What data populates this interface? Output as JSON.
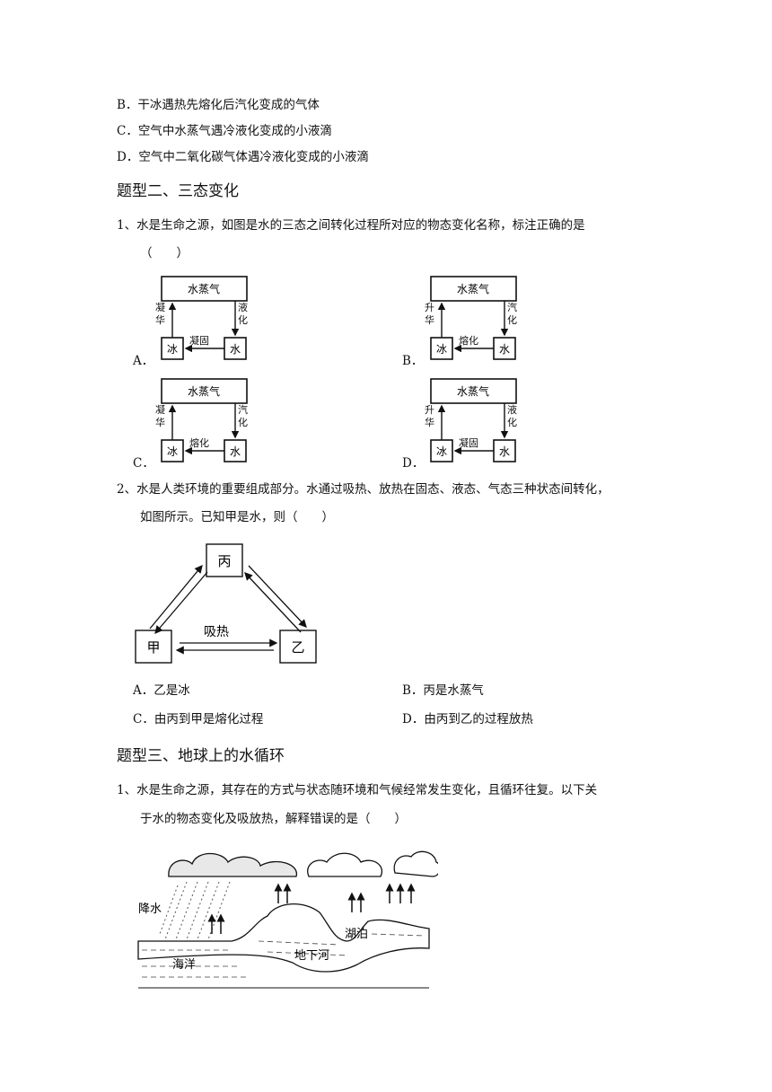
{
  "prev_options": {
    "b": "B．干冰遇热先熔化后汽化变成的气体",
    "c": "C．空气中水蒸气遇冷液化变成的小液滴",
    "d": "D．空气中二氧化碳气体遇冷液化变成的小液滴"
  },
  "section2": {
    "title": "题型二、三态变化",
    "q1": {
      "stem_line1": "1、水是生命之源，如图是水的三态之间转化过程所对应的物态变化名称，标注正确的是",
      "stem_line2": "（　　）",
      "options": [
        {
          "letter": "A．",
          "top_box": "水蒸气",
          "left_label": "凝华",
          "right_label": "液化",
          "bottom_label": "凝固",
          "ice": "冰",
          "water": "水"
        },
        {
          "letter": "B．",
          "top_box": "水蒸气",
          "left_label": "升华",
          "right_label": "汽化",
          "bottom_label": "熔化",
          "ice": "冰",
          "water": "水"
        },
        {
          "letter": "C．",
          "top_box": "水蒸气",
          "left_label": "凝华",
          "right_label": "汽化",
          "bottom_label": "熔化",
          "ice": "冰",
          "water": "水"
        },
        {
          "letter": "D．",
          "top_box": "水蒸气",
          "left_label": "升华",
          "right_label": "液化",
          "bottom_label": "凝固",
          "ice": "冰",
          "water": "水"
        }
      ]
    },
    "q2": {
      "stem_line1": "2、水是人类环境的重要组成部分。水通过吸热、放热在固态、液态、气态三种状态间转化，",
      "stem_line2": "如图所示。已知甲是水，则（　　）",
      "diagram": {
        "top": "丙",
        "left": "甲",
        "right": "乙",
        "arrow_label": "吸热"
      },
      "options": {
        "a": "A．乙是冰",
        "b": "B．丙是水蒸气",
        "c": "C．由丙到甲是熔化过程",
        "d": "D．由丙到乙的过程放热"
      }
    }
  },
  "section3": {
    "title": "题型三、地球上的水循环",
    "q1": {
      "stem_line1": "1、水是生命之源，其存在的方式与状态随环境和气候经常发生变化，且循环往复。以下关",
      "stem_line2": "于水的物态变化及吸放热，解释错误的是（　　）",
      "figure_labels": {
        "rain": "降水",
        "ocean": "海洋",
        "lake": "湖泊",
        "river": "地下河"
      }
    }
  }
}
